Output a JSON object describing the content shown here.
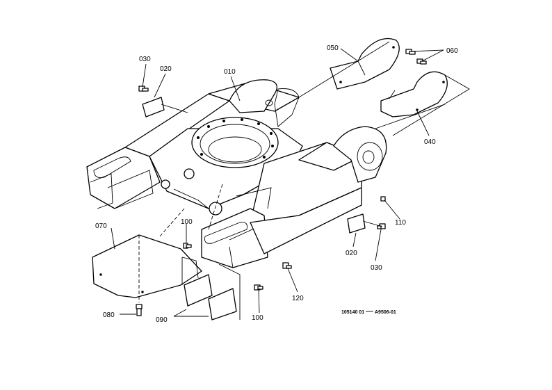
{
  "callouts": {
    "c010": "010",
    "c020a": "020",
    "c030a": "030",
    "c040": "040",
    "c050": "050",
    "c060": "060",
    "c070": "070",
    "c080": "080",
    "c090": "090",
    "c100a": "100",
    "c100b": "100",
    "c110": "110",
    "c020b": "020",
    "c030b": "030",
    "c120": "120"
  },
  "codes": {
    "page_code": "105140 01",
    "ref_code": "A9506-01"
  }
}
